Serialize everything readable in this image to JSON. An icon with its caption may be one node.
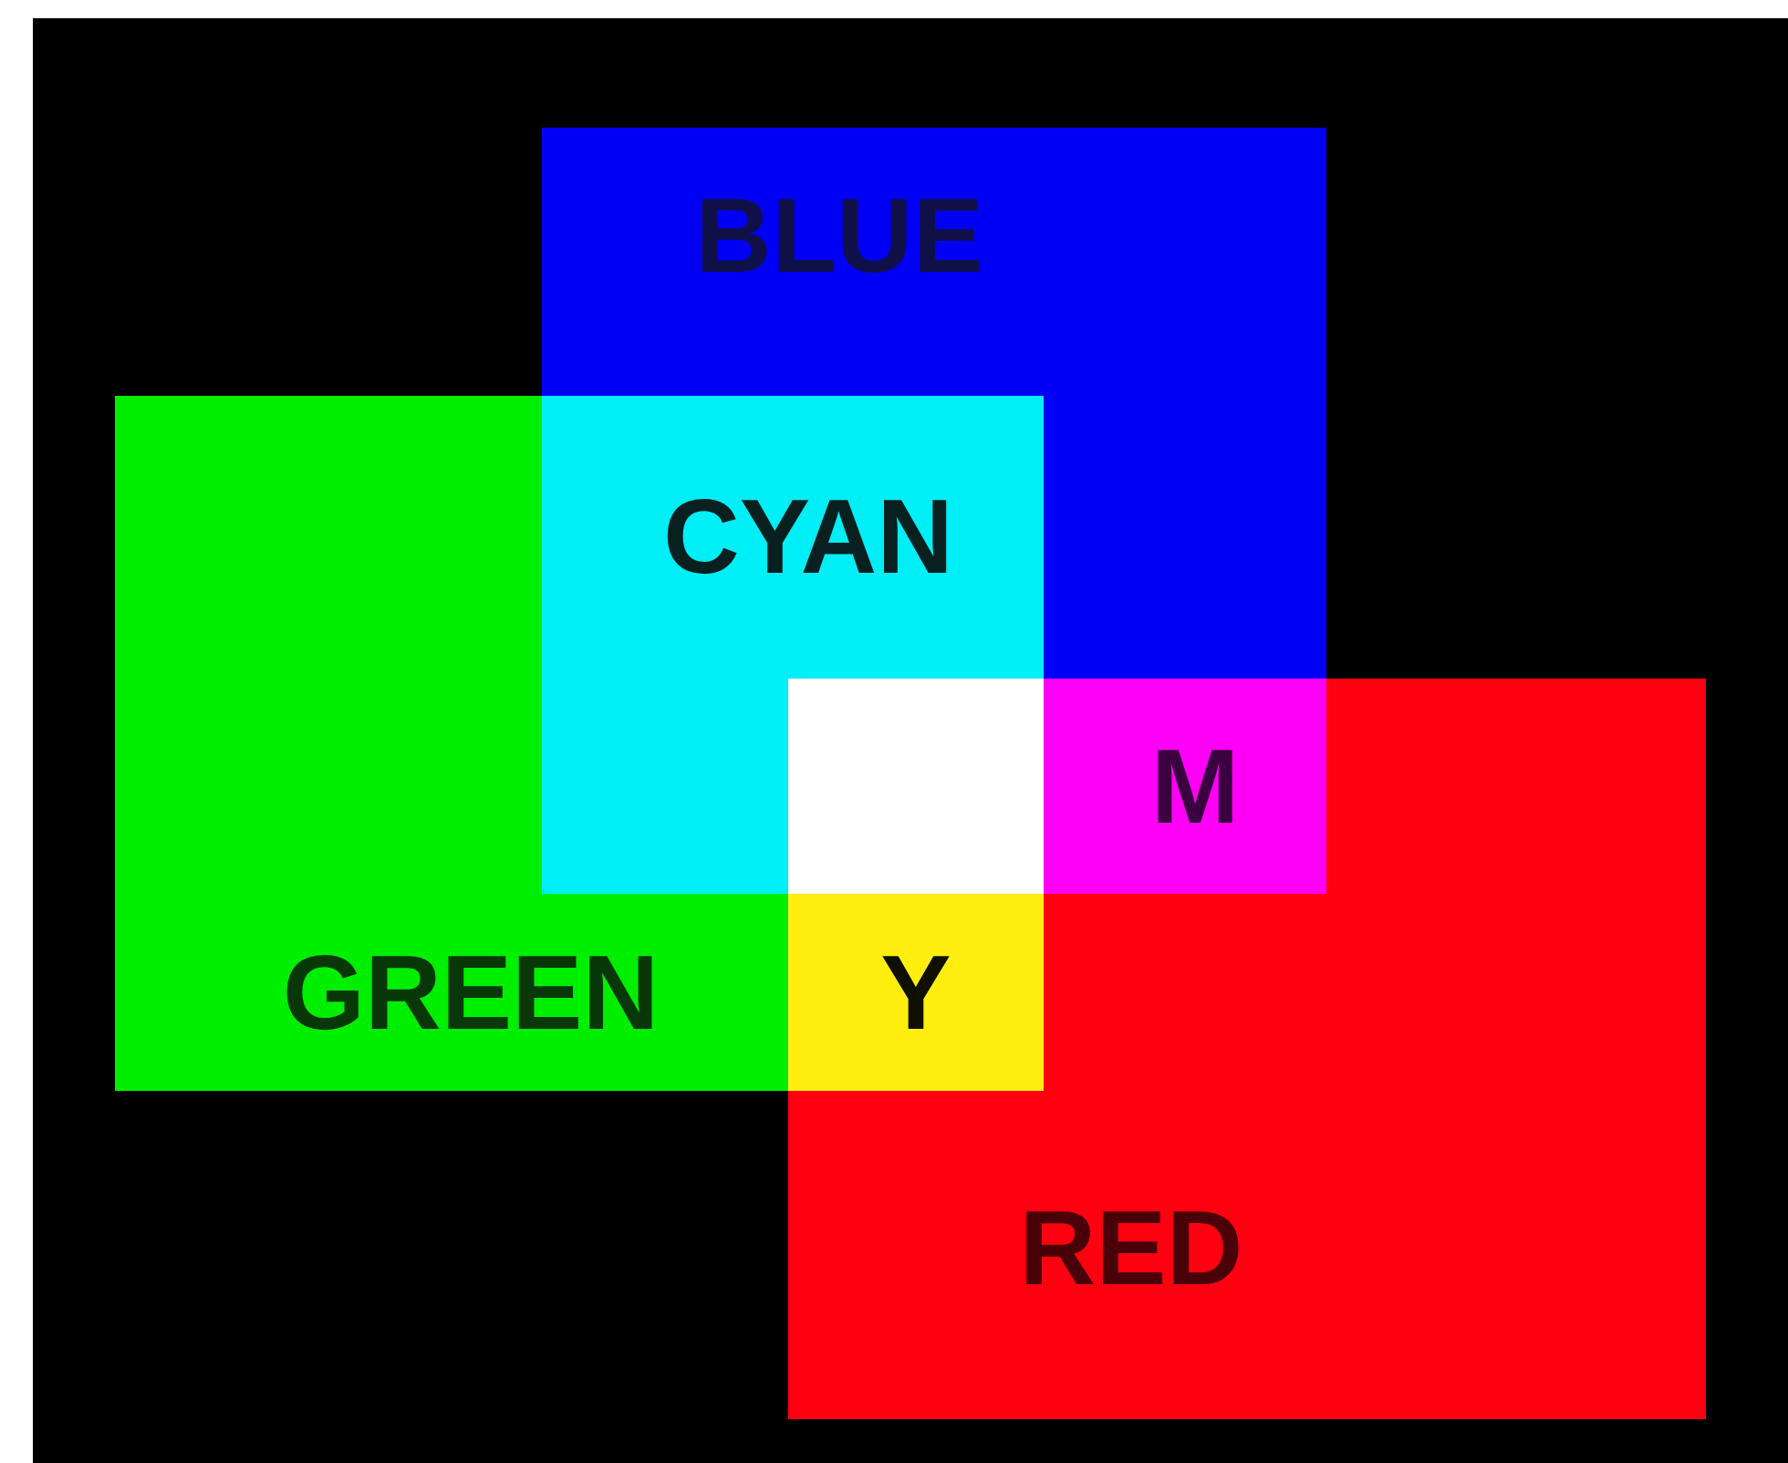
{
  "diagram": {
    "nodes": [
      {
        "text": [
          "BLUE"
        ]
      },
      {
        "text": [
          "GREEN"
        ]
      },
      {
        "text": [
          "CYAN"
        ]
      },
      {
        "text": [
          "RED"
        ]
      },
      {
        "text": [],
        "shape": "box"
      },
      {
        "text": [
          "M"
        ]
      },
      {
        "text": [
          "Y"
        ]
      }
    ]
  }
}
